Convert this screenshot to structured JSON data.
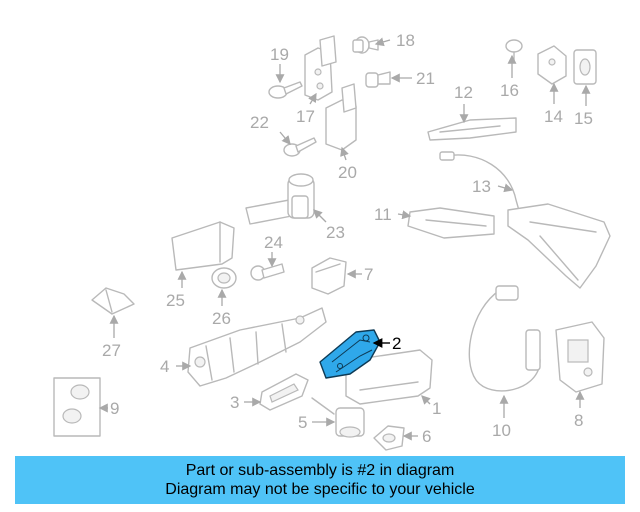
{
  "callouts": {
    "c1": "1",
    "c2": "2",
    "c3": "3",
    "c4": "4",
    "c5": "5",
    "c6": "6",
    "c7": "7",
    "c8": "8",
    "c9": "9",
    "c10": "10",
    "c11": "11",
    "c12": "12",
    "c13": "13",
    "c14": "14",
    "c15": "15",
    "c16": "16",
    "c17": "17",
    "c18": "18",
    "c19": "19",
    "c20": "20",
    "c21": "21",
    "c22": "22",
    "c23": "23",
    "c24": "24",
    "c25": "25",
    "c26": "26",
    "c27": "27"
  },
  "highlighted_part": "2",
  "colors": {
    "highlight": "#2fa8ea",
    "banner": "#4fc3f7",
    "line_art": "#b9b9b9"
  },
  "banner": {
    "line1": "Part or sub-assembly is #2 in diagram",
    "line2": "Diagram may not be specific to your vehicle"
  }
}
